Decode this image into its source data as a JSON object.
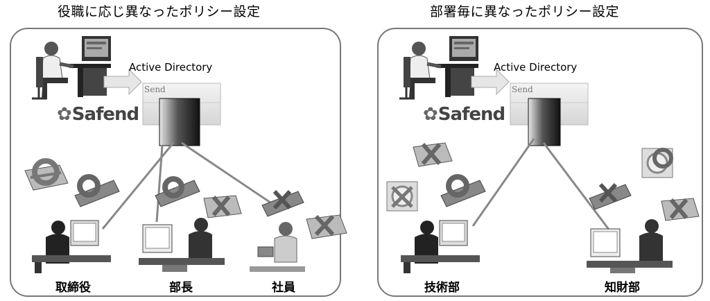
{
  "left_panel": {
    "title": "役職に応じ異なったポリシー設定",
    "directory_label": "Active Directory",
    "send_text": "Send",
    "brand": "Safend",
    "roles": [
      "取締役",
      "部長",
      "社員"
    ]
  },
  "right_panel": {
    "title": "部署毎に異なったポリシー設定",
    "directory_label": "Active Directory",
    "send_text": "Send",
    "brand": "Safend",
    "departments": [
      "技術部",
      "知財部"
    ]
  }
}
